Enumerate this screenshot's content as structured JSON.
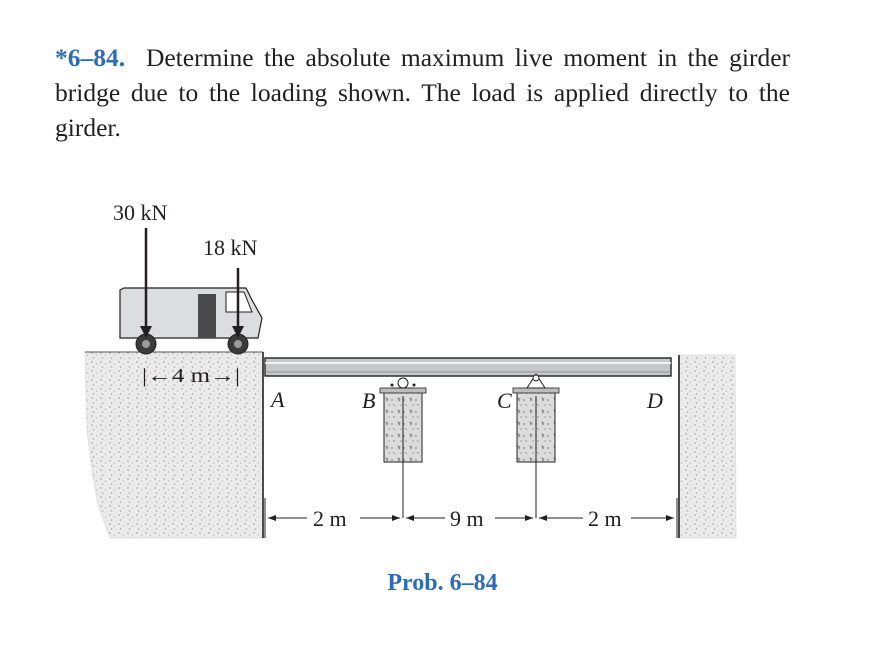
{
  "problem": {
    "number": "*6–84.",
    "text": "Determine the absolute maximum live moment in the girder bridge due to the loading shown. The load is applied directly to the girder."
  },
  "figure": {
    "loads": {
      "front": "30 kN",
      "rear": "18 kN"
    },
    "axle_spacing": "|←4 m→|",
    "points": {
      "a": "A",
      "b": "B",
      "c": "C",
      "d": "D"
    },
    "spans": {
      "ab": "2 m",
      "bc": "9 m",
      "cd": "2 m"
    }
  },
  "caption": "Prob. 6–84",
  "colors": {
    "accent": "#2e6db5",
    "girder": "#c7c8ca",
    "ground": "#e9e9e9"
  }
}
